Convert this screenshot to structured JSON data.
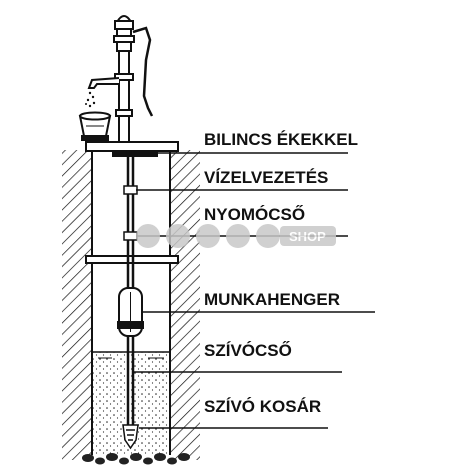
{
  "diagram": {
    "labels": [
      "BILINCS ÉKEKKEL",
      "VÍZELVEZETÉS",
      "NYOMÓCSŐ",
      "MUNKAHENGER",
      "SZÍVÓCSŐ",
      "SZÍVÓ KOSÁR"
    ]
  },
  "watermark": {
    "text": "SHOP"
  },
  "colors": {
    "ink": "#111111",
    "watermark": "#c8c8c8",
    "background": "#ffffff"
  }
}
